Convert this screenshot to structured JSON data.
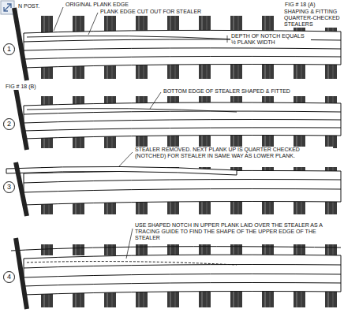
{
  "diagram": {
    "labels": [
      "N POST.",
      "ORIGINAL PLANK EDGE",
      "PLANK EDGE CUT OUT FOR STEALER",
      "FIG # 18 (A)",
      "SHAPING & FITTING QUARTER-CHECKED STEALERS",
      "DEPTH OF NOTCH EQUALS ½ PLANK WIDTH",
      "1",
      "FIG # 18 (B)",
      "BOTTOM EDGE OF STEALER SHAPED & FITTED",
      "2",
      "STEALER REMOVED. NEXT PLANK UP IS QUARTER CHECKED (NOTCHED) FOR STEALER IN SAME WAY AS LOWER PLANK.",
      "3",
      "USE SHAPED NOTCH IN UPPER PLANK LAID OVER THE STEALER AS A TRACING GUIDE TO FIND THE SHAPE OF THE UPPER EDGE OF THE STEALER",
      "4"
    ]
  }
}
